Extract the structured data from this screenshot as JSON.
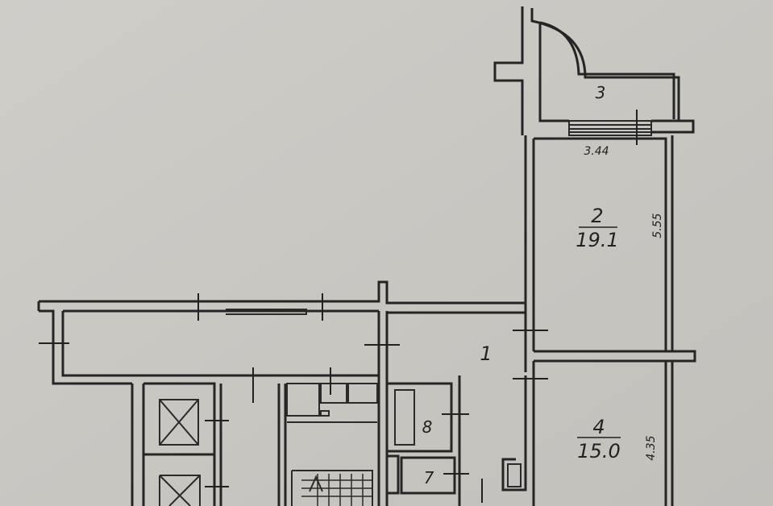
{
  "rooms": [
    {
      "number": "3",
      "area": ""
    },
    {
      "number": "2",
      "area": "19.1"
    },
    {
      "number": "1",
      "area": ""
    },
    {
      "number": "4",
      "area": "15.0"
    },
    {
      "number": "8",
      "area": ""
    },
    {
      "number": "7",
      "area": ""
    }
  ],
  "dimensions": {
    "room2_width": "3.44",
    "room2_length": "5.55",
    "room4_length": "4.35"
  },
  "colors": {
    "paper": "#c9c7c2",
    "ink": "#252525"
  }
}
